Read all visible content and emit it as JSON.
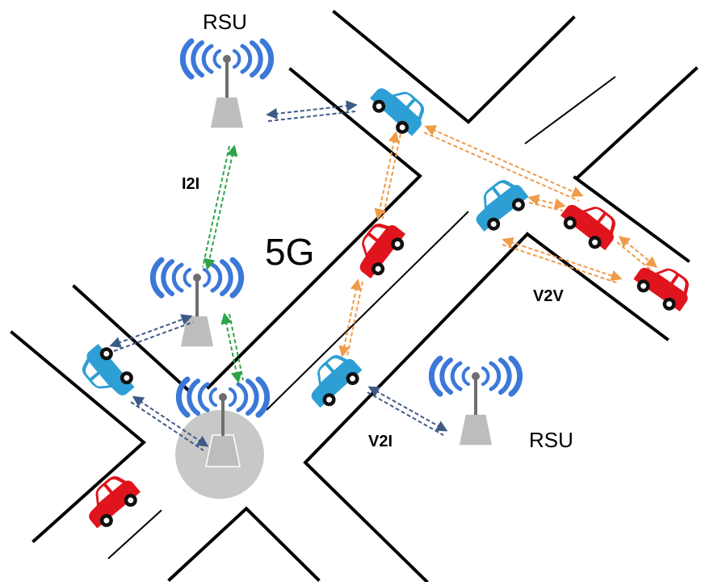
{
  "labels": {
    "rsu_top": "RSU",
    "rsu_bottom": "RSU",
    "i2i": "I2I",
    "v2v": "V2V",
    "v2i": "V2I",
    "network": "5G"
  },
  "colors": {
    "road": "#000000",
    "car_blue": "#2e9fd4",
    "car_red": "#e0141c",
    "v2i_arrow": "#3e5a86",
    "v2v_arrow": "#ef9b4a",
    "i2i_arrow": "#2ea34a",
    "tower": "#bdbdbd",
    "signal": "#3b78d8",
    "base_station_disc": "#c8c8c8"
  },
  "icons": [
    "rsu-tower-icon",
    "base-station-icon",
    "car-icon",
    "signal-waves-icon",
    "dashed-double-arrow-icon"
  ]
}
